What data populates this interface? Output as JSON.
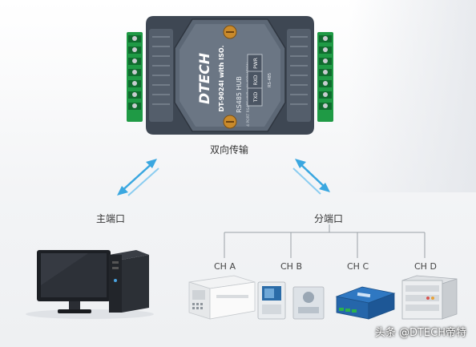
{
  "device": {
    "brand": "DTECH",
    "model": "DT-9024I with ISO.",
    "product": "RS485 HUB",
    "sub_caption": "4 PORT RS485 HUB with ISOLATION",
    "indicators": [
      "TXD",
      "RXD",
      "PWR"
    ],
    "side_label": "RS-485"
  },
  "captions": {
    "bidirectional": "双向传输",
    "master_port": "主端口",
    "branch_port": "分端口"
  },
  "channels": [
    "CH A",
    "CH B",
    "CH C",
    "CH D"
  ],
  "colors": {
    "arrow_blue": "#3aa7e0",
    "terminal_green": "#23a14a",
    "device_body": "#4a5563",
    "line": "#9aa0a6"
  },
  "watermark": "头条 @DTECH帝特"
}
